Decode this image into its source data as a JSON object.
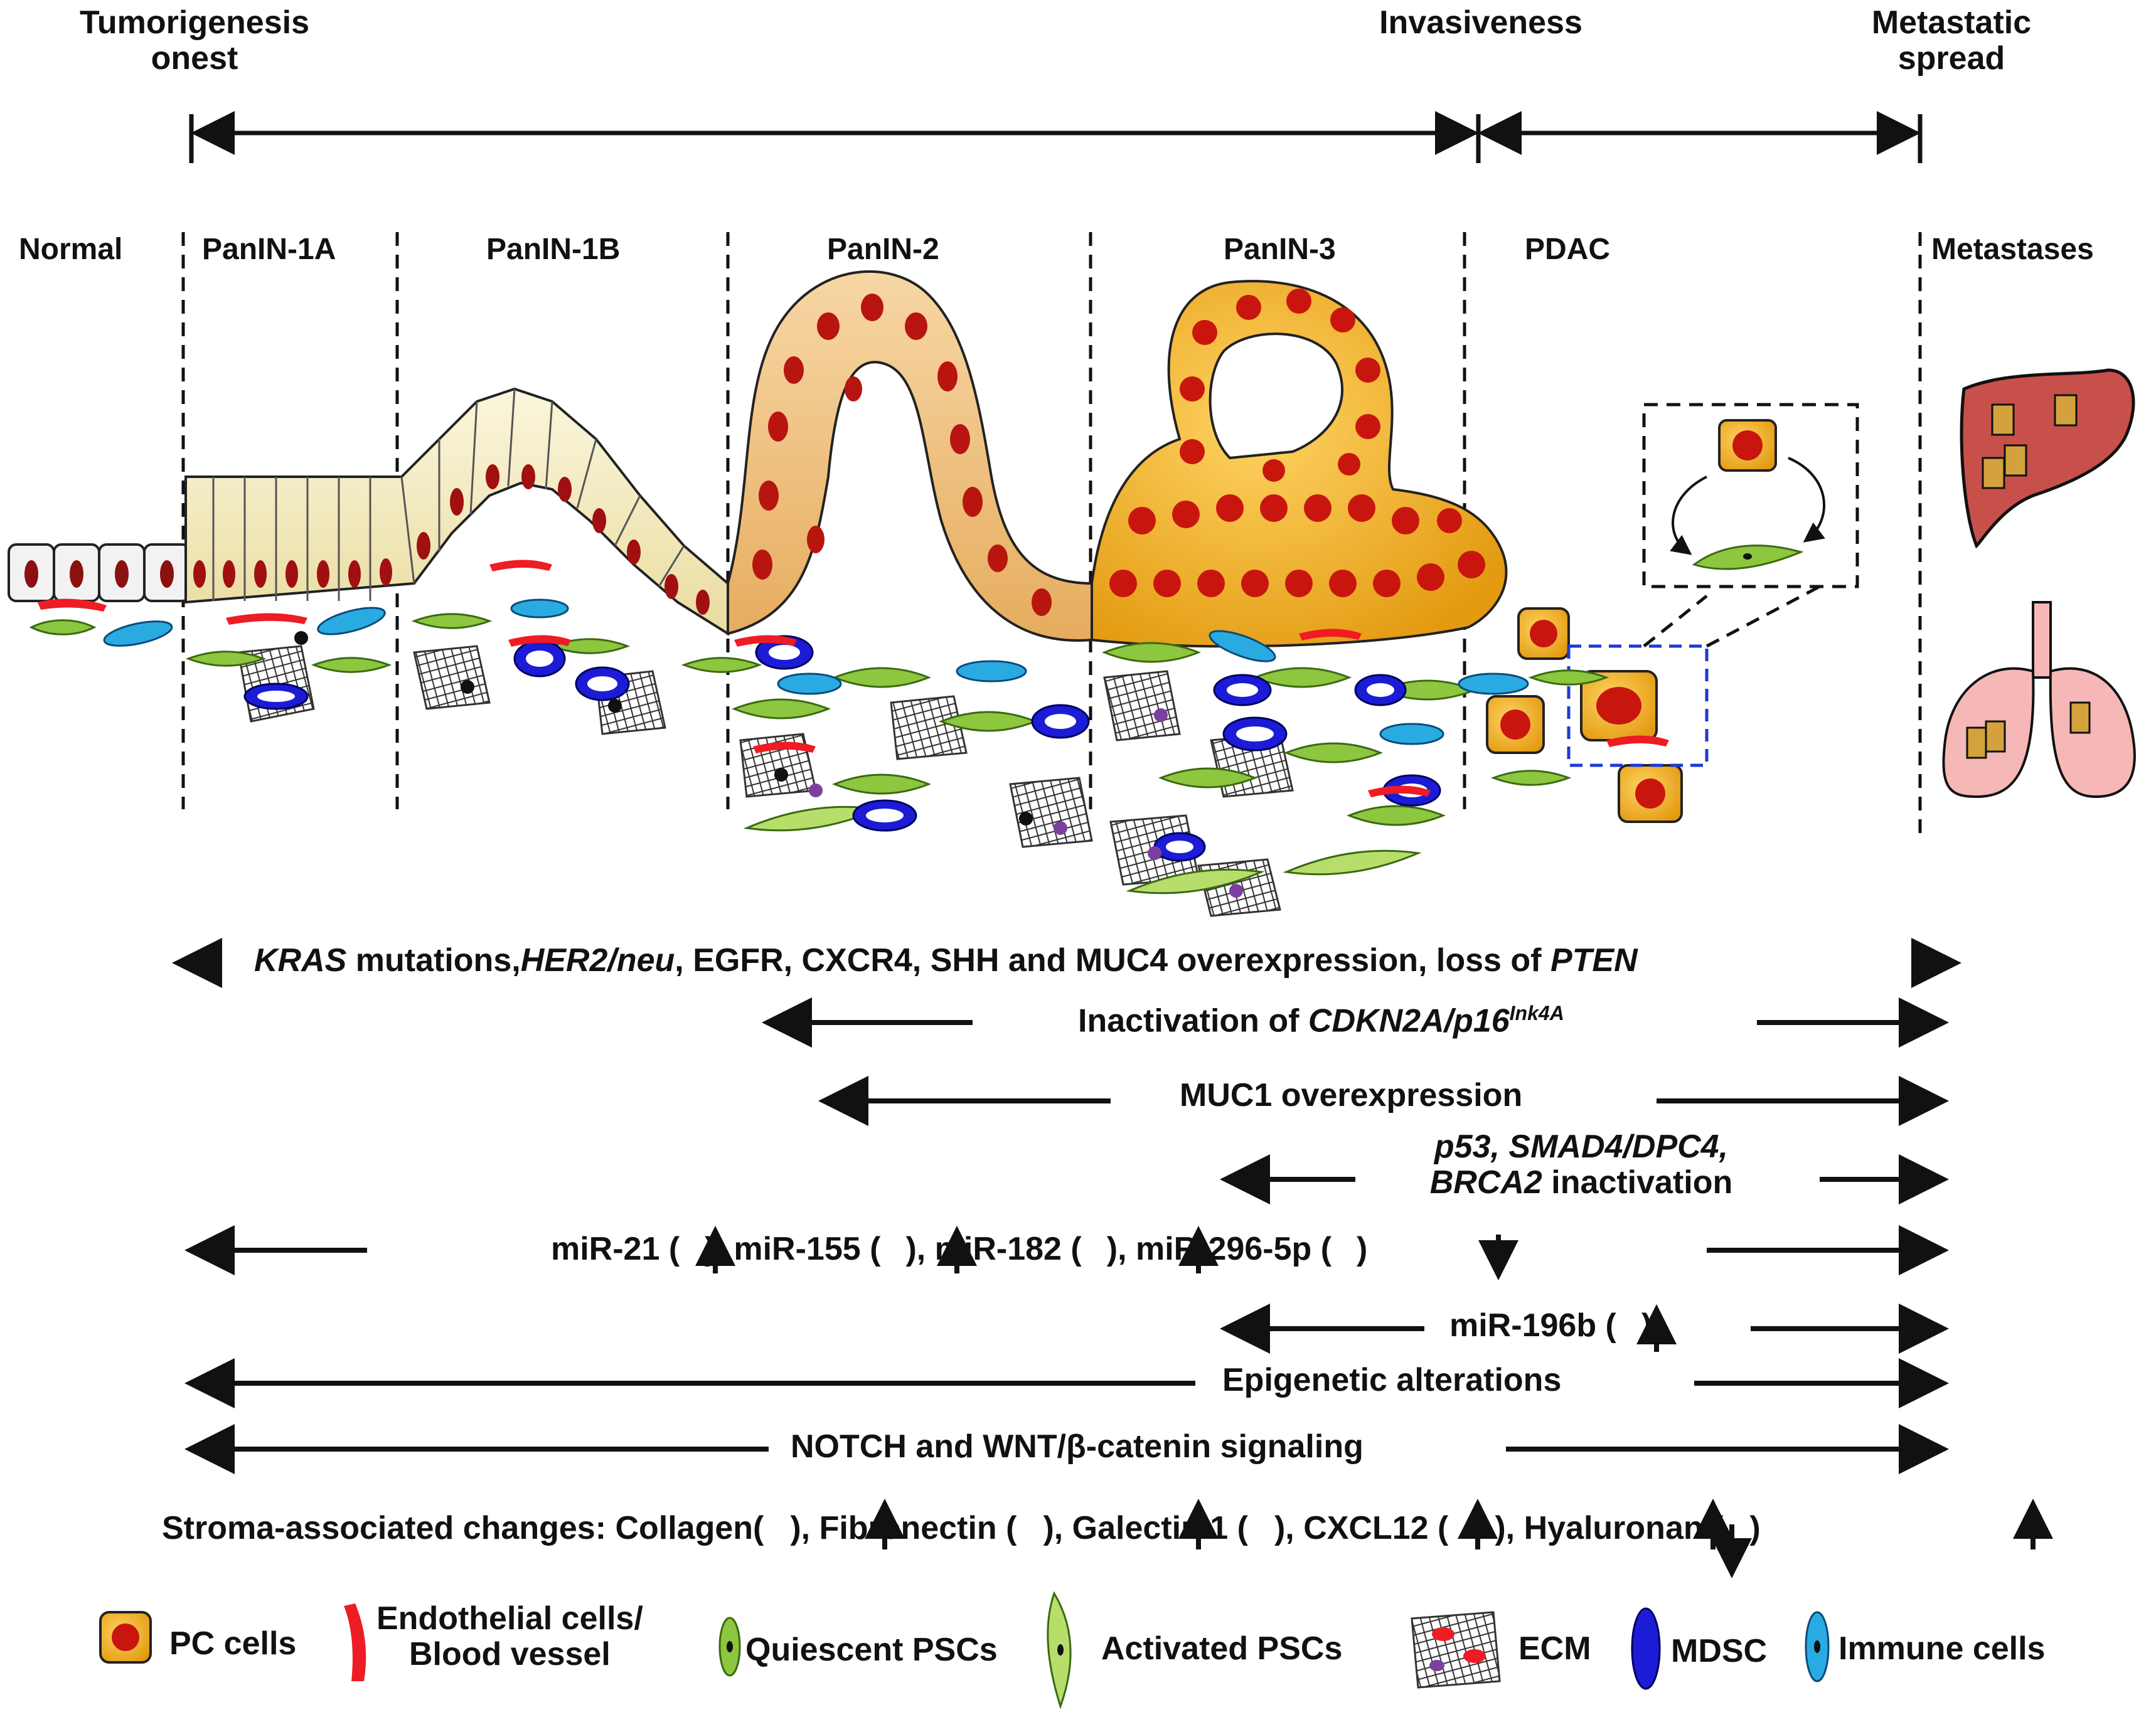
{
  "phases": {
    "onset_line1": "Tumorigenesis",
    "onset_line2": "onest",
    "invasive": "Invasiveness",
    "metastatic_line1": "Metastatic",
    "metastatic_line2": "spread"
  },
  "stages": [
    "Normal",
    "PanIN-1A",
    "PanIN-1B",
    "PanIN-2",
    "PanIN-3",
    "PDAC",
    "Metastases"
  ],
  "events": {
    "kras_a": "KRAS",
    "kras_b": " mutations,",
    "kras_c": "HER2/neu",
    "kras_d": ", EGFR, CXCR4, SHH and MUC4 overexpression, loss of ",
    "kras_e": "PTEN",
    "cdkn_a": "Inactivation of ",
    "cdkn_b": "CDKN2A/p16",
    "cdkn_sup": "Ink4A",
    "muc1": "MUC1 overexpression",
    "p53_line1": "p53, SMAD4/DPC4,",
    "p53_line2a": "BRCA2",
    "p53_line2b": " inactivation",
    "mir_a": "miR-21 (",
    "mir_b": "), miR-155 (",
    "mir_c": "), miR-182 (",
    "mir_d": "), miR-296-5p (",
    "mir_e": ")",
    "mir196_a": "miR-196b (",
    "mir196_b": ")",
    "epigenetic": "Epigenetic alterations",
    "notch": "NOTCH and WNT/β-catenin signaling",
    "stroma_a": "Stroma-associated changes: Collagen(",
    "stroma_b": "), Fibronectin (",
    "stroma_c": "), Galectin 1 (",
    "stroma_d": "), CXCL12 (",
    "stroma_e": "), Hyaluronan (",
    "stroma_f": ")"
  },
  "legend": {
    "pc_cells": "PC cells",
    "endothelial_line1": "Endothelial cells/",
    "endothelial_line2": "Blood vessel",
    "quiescent": "Quiescent PSCs",
    "activated": "Activated PSCs",
    "ecm": "ECM",
    "mdsc": "MDSC",
    "immune": "Immune cells"
  },
  "colors": {
    "pc_fill": "#f2a81d",
    "nucleus": "#cc1b10",
    "normal_nucleus": "#8b1010",
    "pale_epithelium": "#f6efc4",
    "mid_epithelium": "#efc07a",
    "endothelial": "#ee1c24",
    "quiescent_psc": "#8dc63f",
    "activated_psc": "#b7dd6b",
    "mdsc": "#1c1cd6",
    "immune": "#29abe2",
    "ecm_dot": "#7b3f9e",
    "liver": "#c8504a",
    "lung": "#f6b7b7"
  }
}
